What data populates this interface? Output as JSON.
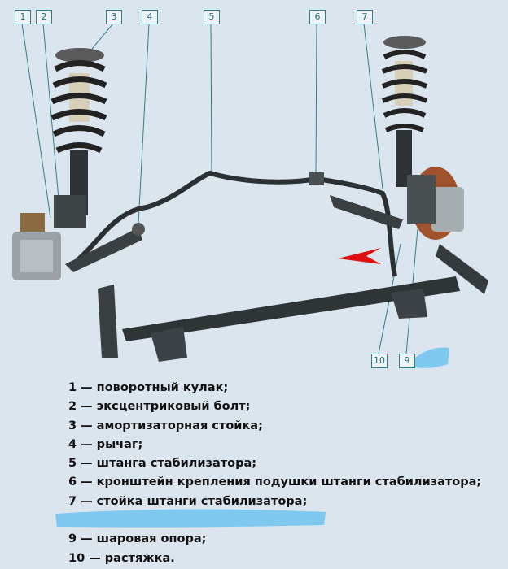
{
  "callouts": [
    "1",
    "2",
    "3",
    "4",
    "5",
    "6",
    "7",
    "10",
    "9"
  ],
  "legend": [
    "1 — поворотный кулак;",
    "2 — эксцентриковый болт;",
    "3 — амортизаторная стойка;",
    "4 — рычаг;",
    "5 — штанга стабилизатора;",
    "6 — кронштейн крепления подушки штанги стабилизатора;",
    "7 — стойка штанги стабилизатора;",
    "",
    "9 — шаровая опора;",
    "10 — растяжка."
  ],
  "colors": {
    "background": "#dbe5ee",
    "callout": "#2e7f8a",
    "arrow": "#e01010",
    "redaction": "#7fc8f0"
  }
}
